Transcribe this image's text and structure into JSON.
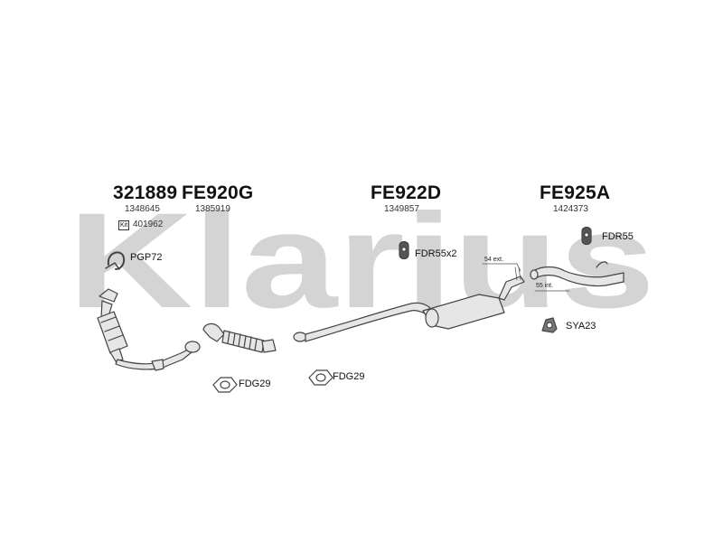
{
  "watermark": {
    "text": "Klarius"
  },
  "groups": [
    {
      "code": "321889",
      "number": "1348645",
      "kit_label": "Kit",
      "kit_number": "401962"
    },
    {
      "code": "FE920G",
      "number": "1385919"
    },
    {
      "code": "FE922D",
      "number": "1349857"
    },
    {
      "code": "FE925A",
      "number": "1424373"
    }
  ],
  "fittings": {
    "pgp72": "PGP72",
    "fdr55x2": "FDR55x2",
    "fdr55": "FDR55",
    "sya23": "SYA23",
    "fdg29_a": "FDG29",
    "fdg29_b": "FDG29"
  },
  "annotations": {
    "ext": "54 ext.",
    "int": "55 int."
  },
  "colors": {
    "watermark": "#d4d4d4",
    "part_fill": "#e6e6e6",
    "part_stroke": "#444444"
  }
}
